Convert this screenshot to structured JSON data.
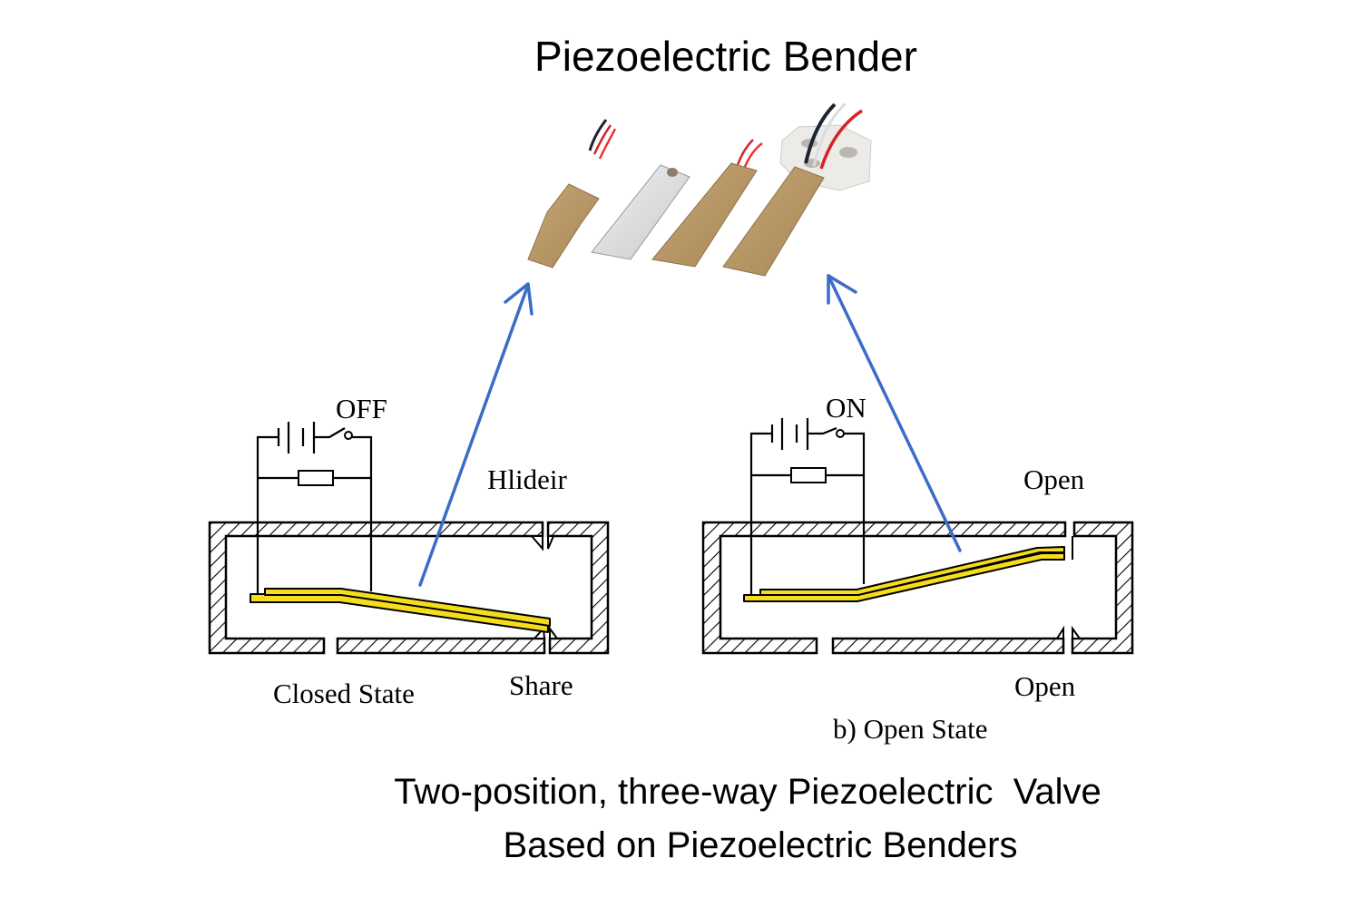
{
  "title": "Piezoelectric Bender",
  "products": {
    "items": [
      {
        "name": "tapered-bender",
        "color": "#b89968"
      },
      {
        "name": "silver-bender",
        "color": "#d9d9db"
      },
      {
        "name": "strip-bender",
        "color": "#b89968"
      },
      {
        "name": "mounted-bender",
        "color": "#b89968"
      }
    ]
  },
  "left_diagram": {
    "switch_label": "OFF",
    "port_top_label": "Hlideir",
    "port_bottom_label": "Share",
    "state_label": "Closed State"
  },
  "right_diagram": {
    "switch_label": "ON",
    "port_top_label": "Open",
    "port_bottom_label": "Open",
    "state_label": "b) Open State"
  },
  "caption": {
    "line1": "Two-position, three-way Piezoelectric  Valve",
    "line2": "Based on Piezoelectric Benders"
  },
  "colors": {
    "arrow": "#3b6cc7",
    "bender": "#f5dc1c",
    "bronze": "#b89968"
  }
}
